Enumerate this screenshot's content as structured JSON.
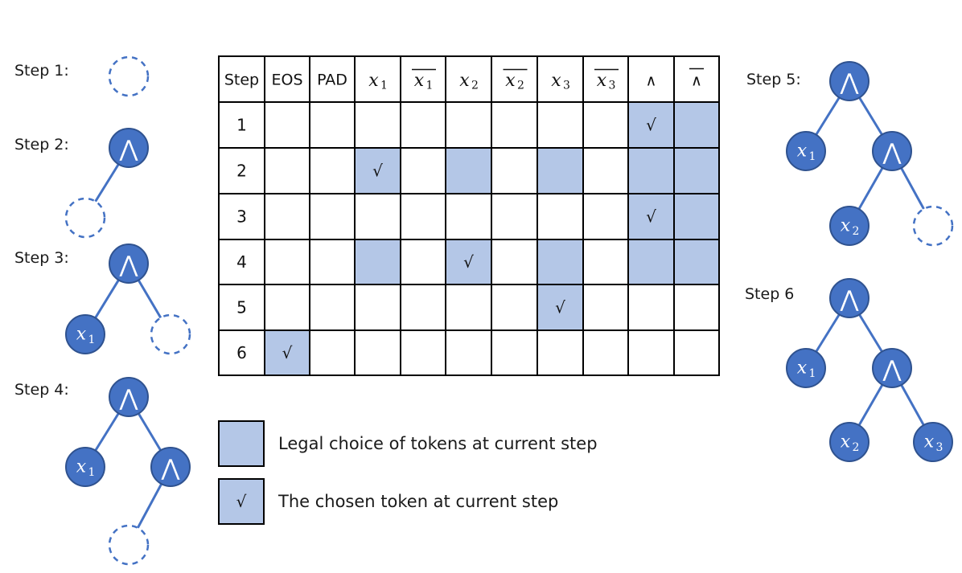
{
  "table": {
    "headers": [
      {
        "kind": "text",
        "label": "Step"
      },
      {
        "kind": "text",
        "label": "EOS"
      },
      {
        "kind": "text",
        "label": "PAD"
      },
      {
        "kind": "var",
        "base": "x",
        "sub": "1",
        "overline": false
      },
      {
        "kind": "var",
        "base": "x",
        "sub": "1",
        "overline": true
      },
      {
        "kind": "var",
        "base": "x",
        "sub": "2",
        "overline": false
      },
      {
        "kind": "var",
        "base": "x",
        "sub": "2",
        "overline": true
      },
      {
        "kind": "var",
        "base": "x",
        "sub": "3",
        "overline": false
      },
      {
        "kind": "var",
        "base": "x",
        "sub": "3",
        "overline": true
      },
      {
        "kind": "op",
        "label": "∧",
        "overline": false
      },
      {
        "kind": "op",
        "label": "∧",
        "overline": true
      }
    ],
    "rows": [
      {
        "step": "1",
        "legal": [
          9,
          10
        ],
        "chosen": 9
      },
      {
        "step": "2",
        "legal": [
          3,
          5,
          7,
          9,
          10
        ],
        "chosen": 3
      },
      {
        "step": "3",
        "legal": [
          9,
          10
        ],
        "chosen": 9
      },
      {
        "step": "4",
        "legal": [
          3,
          5,
          7,
          9,
          10
        ],
        "chosen": 5
      },
      {
        "step": "5",
        "legal": [
          7
        ],
        "chosen": 7
      },
      {
        "step": "6",
        "legal": [
          1
        ],
        "chosen": 1
      }
    ],
    "check_mark": "√"
  },
  "legend": {
    "legal_label": "Legal choice of tokens at current step",
    "chosen_label": "The chosen token at current step",
    "chosen_mark": "√"
  },
  "steps": [
    {
      "label": "Step 1:"
    },
    {
      "label": "Step 2:"
    },
    {
      "label": "Step 3:"
    },
    {
      "label": "Step 4:"
    },
    {
      "label": "Step 5:"
    },
    {
      "label": "Step 6"
    }
  ],
  "node_tokens": {
    "and": "⋀",
    "x1": {
      "base": "x",
      "sub": "1"
    },
    "x2": {
      "base": "x",
      "sub": "2"
    },
    "x3": {
      "base": "x",
      "sub": "3"
    }
  },
  "colors": {
    "node_fill": "#4472c4",
    "node_stroke": "#2f528f",
    "edge": "#4472c4",
    "legal_fill": "#b4c7e7",
    "grid": "#000000"
  }
}
